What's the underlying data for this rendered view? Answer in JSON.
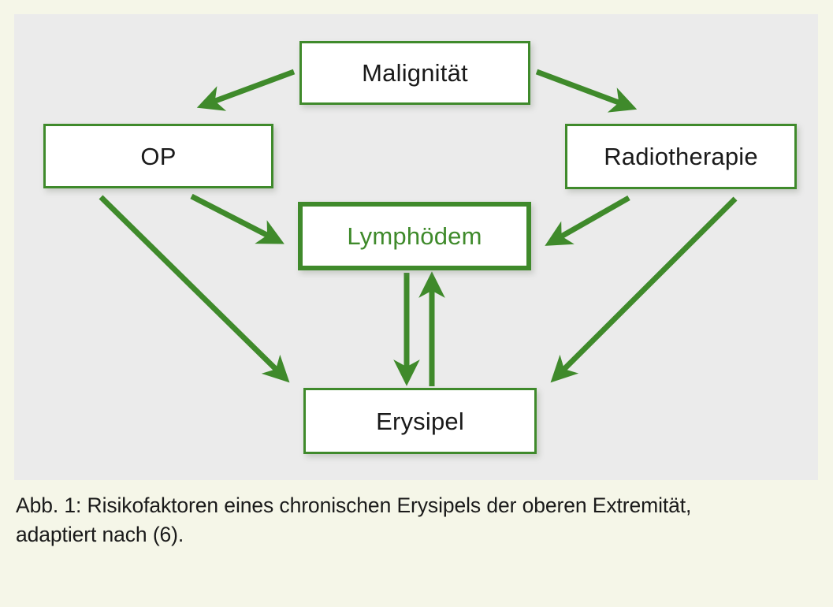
{
  "figure": {
    "caption": "Abb. 1: Risikofaktoren eines chronischen Erysipels der oberen Extremität, adaptiert nach (6).",
    "caption_line1": "Abb. 1: Risikofaktoren eines chronischen Erysipels der oberen Extremität,",
    "caption_line2": "adaptiert nach (6).",
    "colors": {
      "page_background": "#f5f6e8",
      "panel_background": "#ebebeb",
      "accent_green": "#3f8a2b",
      "node_fill": "#ffffff",
      "text": "#1a1a1a"
    }
  },
  "diagram": {
    "type": "flowchart",
    "nodes": [
      {
        "id": "malignitaet",
        "label": "Malignität",
        "emphasis": false
      },
      {
        "id": "op",
        "label": "OP",
        "emphasis": false
      },
      {
        "id": "radiotherapie",
        "label": "Radiotherapie",
        "emphasis": false
      },
      {
        "id": "lymphoedem",
        "label": "Lymphödem",
        "emphasis": true
      },
      {
        "id": "erysipel",
        "label": "Erysipel",
        "emphasis": false
      }
    ],
    "edges": [
      {
        "from": "malignitaet",
        "to": "op",
        "direction": "one-way"
      },
      {
        "from": "malignitaet",
        "to": "radiotherapie",
        "direction": "one-way"
      },
      {
        "from": "op",
        "to": "lymphoedem",
        "direction": "one-way"
      },
      {
        "from": "radiotherapie",
        "to": "lymphoedem",
        "direction": "one-way"
      },
      {
        "from": "op",
        "to": "erysipel",
        "direction": "one-way"
      },
      {
        "from": "radiotherapie",
        "to": "erysipel",
        "direction": "one-way"
      },
      {
        "from": "lymphoedem",
        "to": "erysipel",
        "direction": "one-way"
      },
      {
        "from": "erysipel",
        "to": "lymphoedem",
        "direction": "one-way"
      }
    ]
  }
}
